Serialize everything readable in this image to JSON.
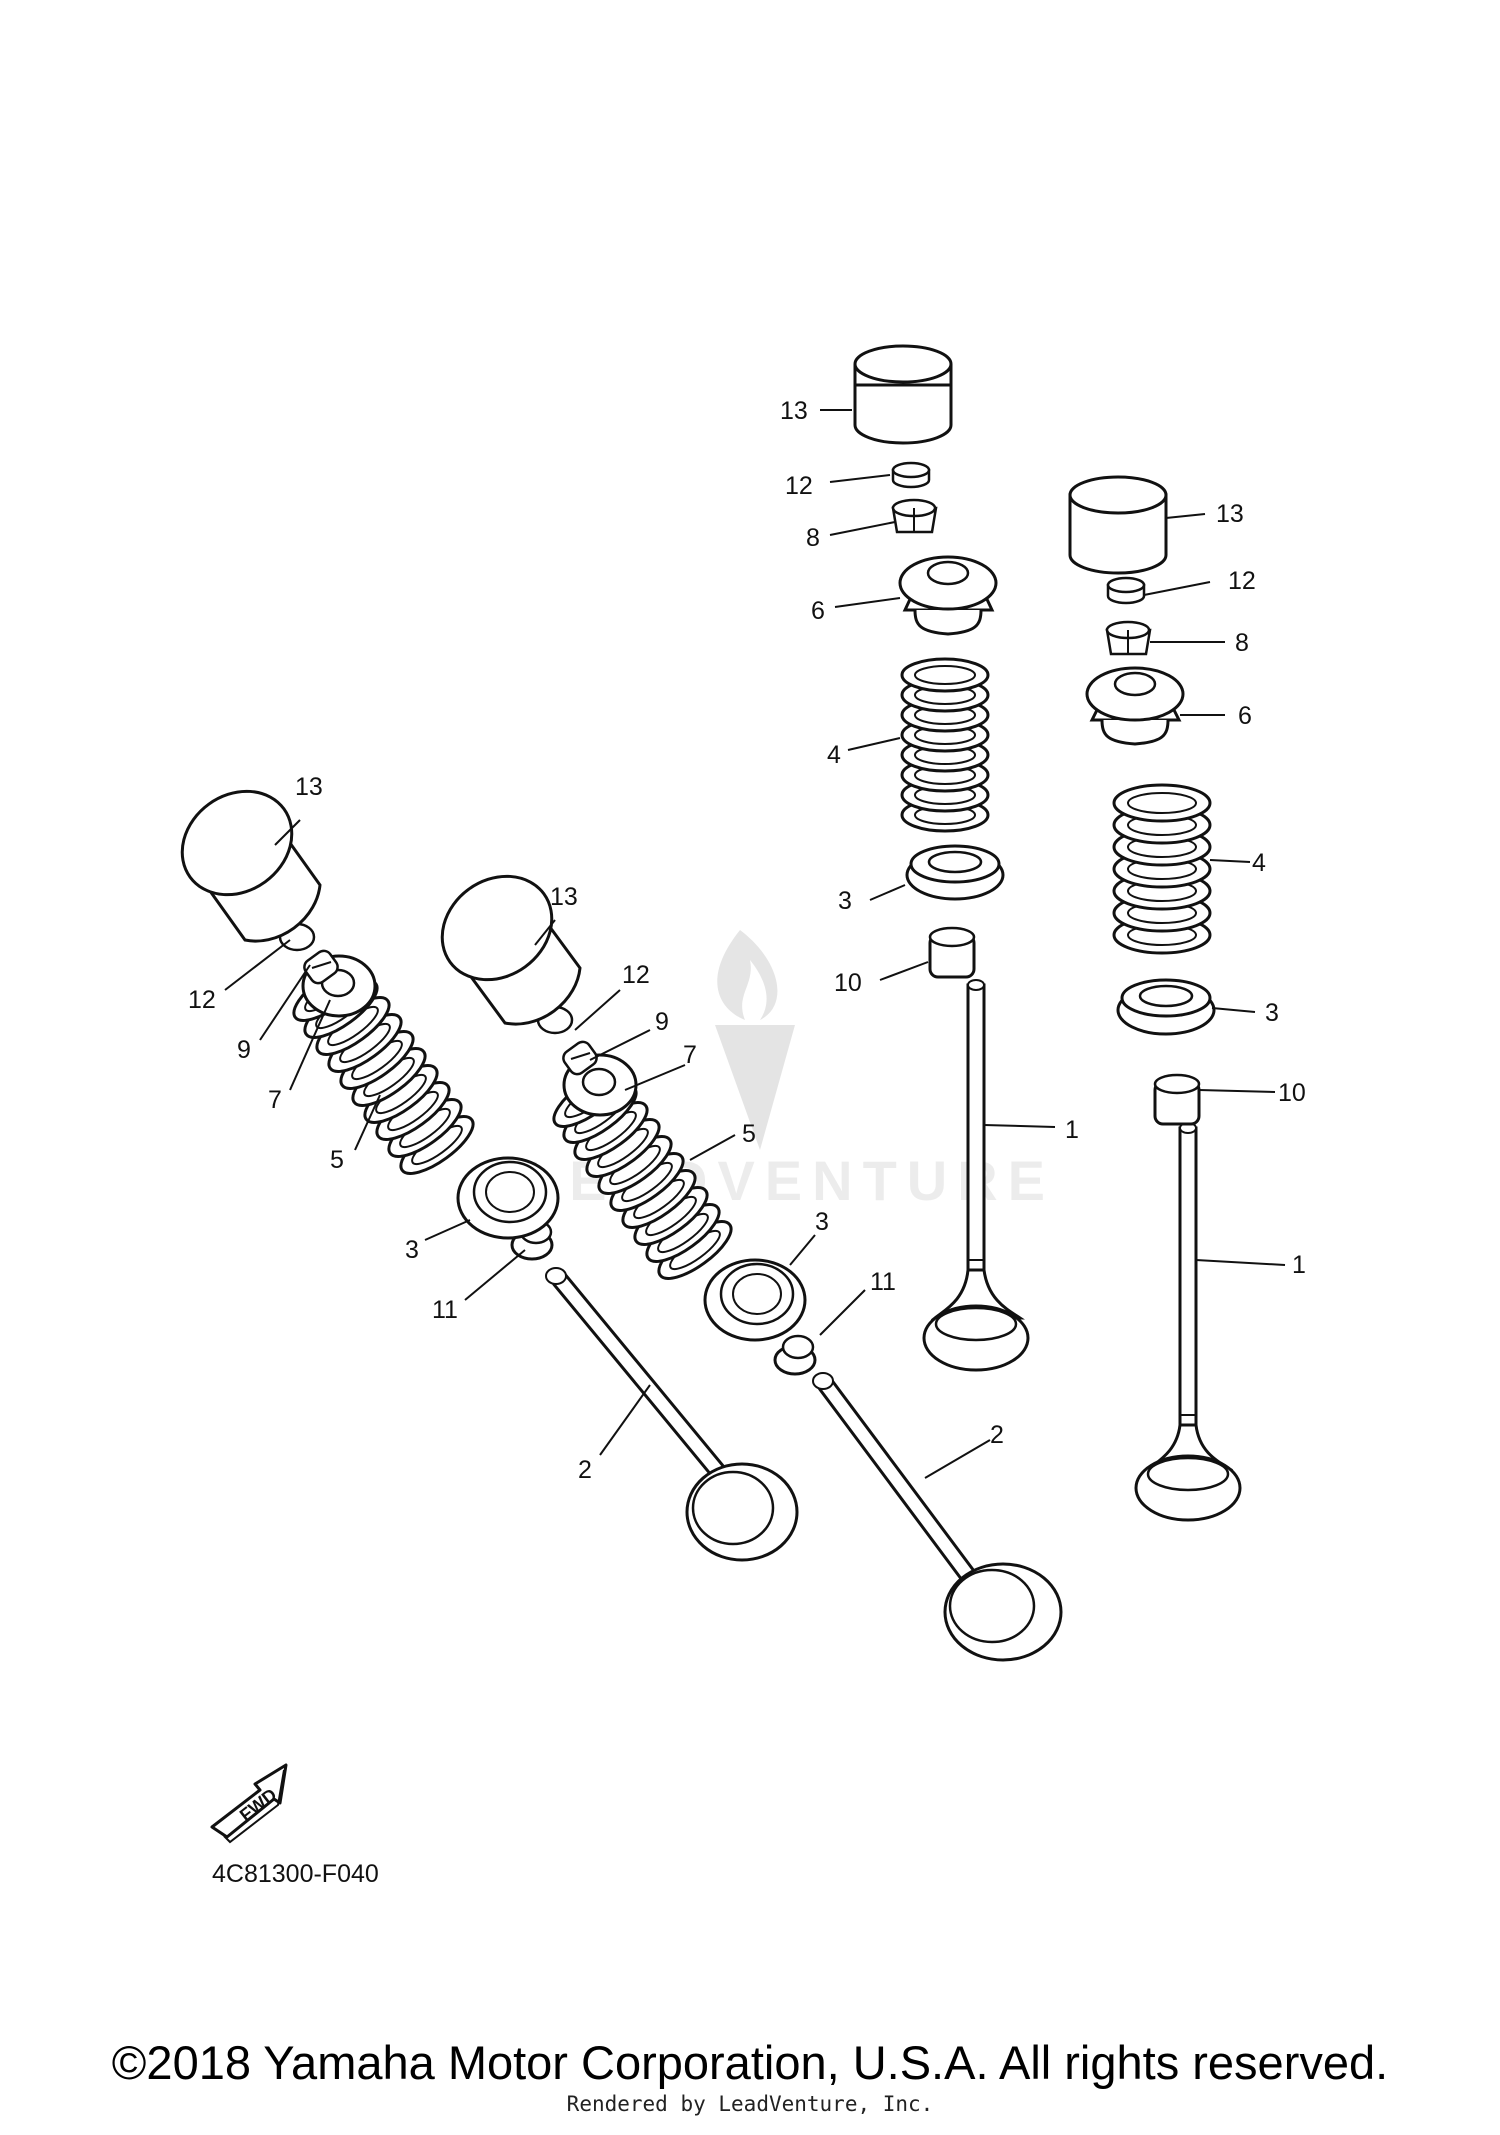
{
  "diagram": {
    "watermark": "LEADVENTURE",
    "fwd_label": "FWD",
    "code": "4C81300-F040",
    "copyright": "©2018 Yamaha Motor Corporation, U.S.A. All rights reserved.",
    "rendered_by": "Rendered by LeadVenture, Inc.",
    "callouts": {
      "a": {
        "n13": "13",
        "n12": "12",
        "n9": "9",
        "n7": "7",
        "n5": "5",
        "n3": "3",
        "n11": "11",
        "n2": "2"
      },
      "b": {
        "n13": "13",
        "n12": "12",
        "n9": "9",
        "n7": "7",
        "n5": "5",
        "n3": "3",
        "n11": "11",
        "n2": "2"
      },
      "c": {
        "n13": "13",
        "n12": "12",
        "n8": "8",
        "n6": "6",
        "n4": "4",
        "n3": "3",
        "n10": "10",
        "n1": "1"
      },
      "d": {
        "n13": "13",
        "n12": "12",
        "n8": "8",
        "n6": "6",
        "n4": "4",
        "n3": "3",
        "n10": "10",
        "n1": "1"
      }
    }
  }
}
